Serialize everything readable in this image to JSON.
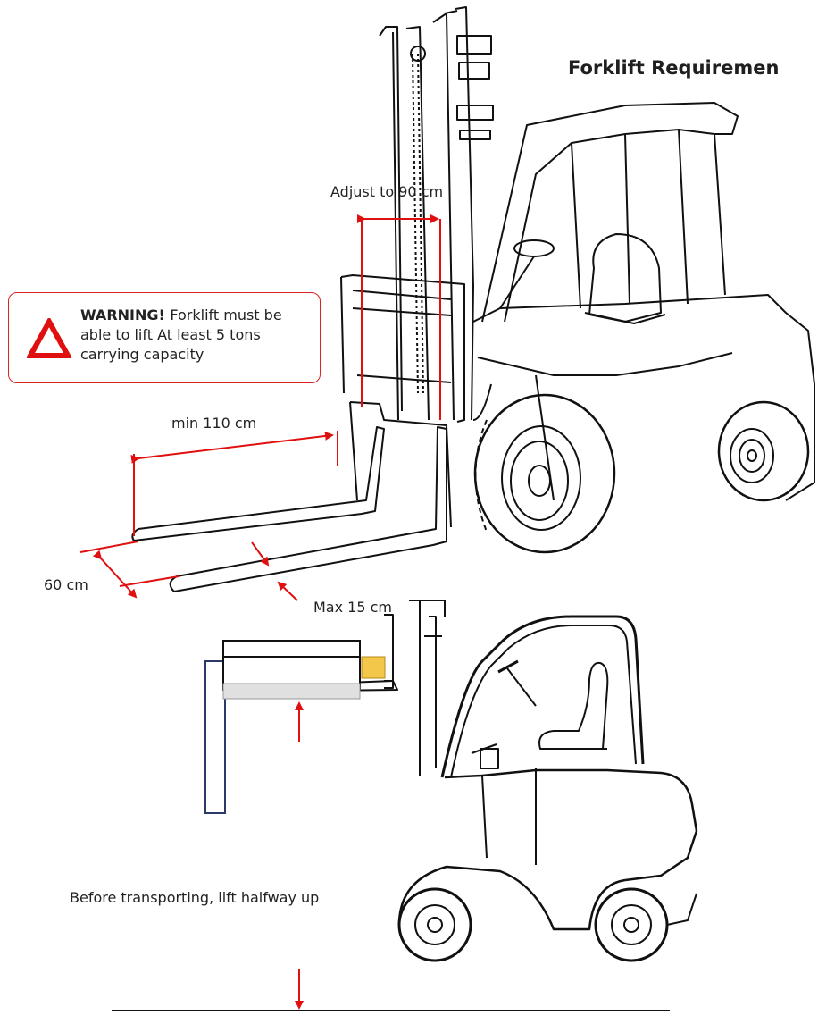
{
  "title": "Forklift Requiremen",
  "warning": {
    "heading": "WARNING!",
    "text": "Forklift must be able to lift At least 5 tons carrying capacity",
    "color": "#dd1111"
  },
  "dimensions": {
    "fork_spread": "Adjust to 90 cm",
    "fork_length": "min 110 cm",
    "fork_width": "60 cm",
    "fork_thickness": "Max 15 cm"
  },
  "transport_note": "Before transporting, lift halfway up",
  "colors": {
    "arrow": "#e01010",
    "line": "#111111",
    "box_edge": "#2b3a67",
    "tab": "#f2c74a"
  }
}
